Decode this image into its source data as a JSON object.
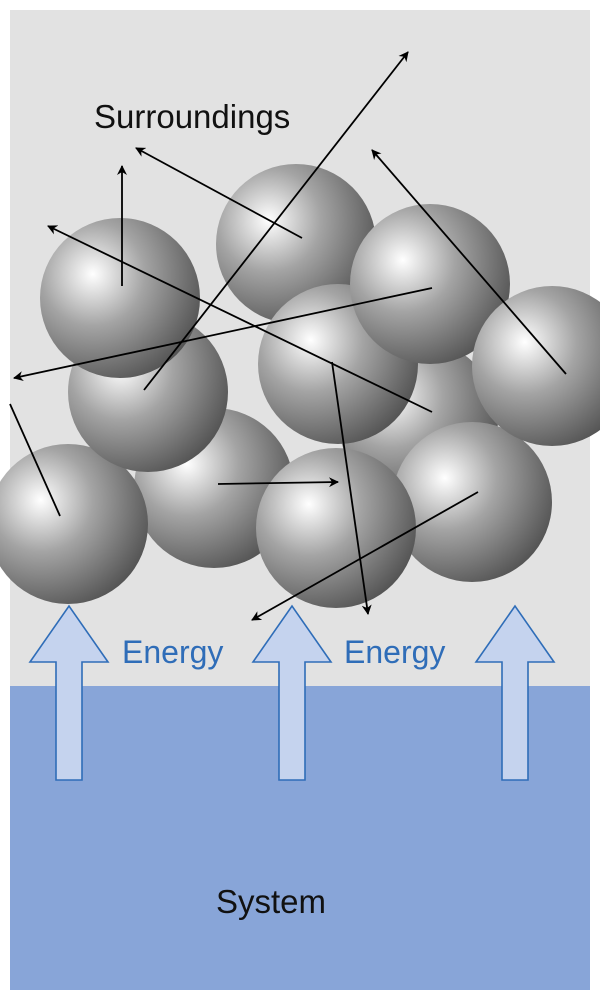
{
  "labels": {
    "surroundings": "Surroundings",
    "energy_left": "Energy",
    "energy_right": "Energy",
    "system": "System"
  },
  "colors": {
    "surroundings_bg": "#e2e2e2",
    "system_bg": "#88a5d8",
    "energy_arrow_fill": "#c5d3ee",
    "energy_arrow_stroke": "#2f6db8",
    "energy_text": "#2f6db8",
    "sphere_highlight": "#ffffff",
    "sphere_mid": "#a4a4a4",
    "sphere_shadow": "#555555",
    "motion_arrow": "#000000"
  },
  "icons": {
    "energy_arrow": "up-block-arrow",
    "particle": "gray-sphere",
    "motion": "thin-black-arrow"
  }
}
